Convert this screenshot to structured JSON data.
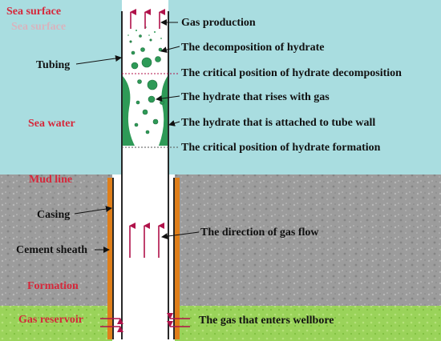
{
  "layers": {
    "sea_surface": "Sea surface",
    "sea_surface_faint": "Sea surface",
    "sea_water": "Sea water",
    "mud_line": "Mud line",
    "formation": "Formation",
    "gas_reservoir": "Gas reservoir"
  },
  "components": {
    "tubing": "Tubing",
    "casing": "Casing",
    "cement_sheath": "Cement sheath"
  },
  "annotations": {
    "gas_production": "Gas production",
    "decomposition": "The decomposition of hydrate",
    "critical_decomposition": "The critical position of hydrate decomposition",
    "hydrate_rises": "The hydrate that rises with gas",
    "hydrate_attached": "The hydrate that is attached to tube wall",
    "critical_formation": "The critical position of hydrate formation",
    "gas_flow_direction": "The direction of gas flow",
    "gas_enters": "The gas that enters wellbore"
  },
  "colors": {
    "sea_water": "#a9dde0",
    "formation": "#9c9c9c",
    "gas_reservoir": "#9ad35a",
    "cement_sheath": "#e07f1a",
    "hydrate": "#2e9a57",
    "arrow": "#b0124a",
    "layer_label": "#d6283b"
  }
}
